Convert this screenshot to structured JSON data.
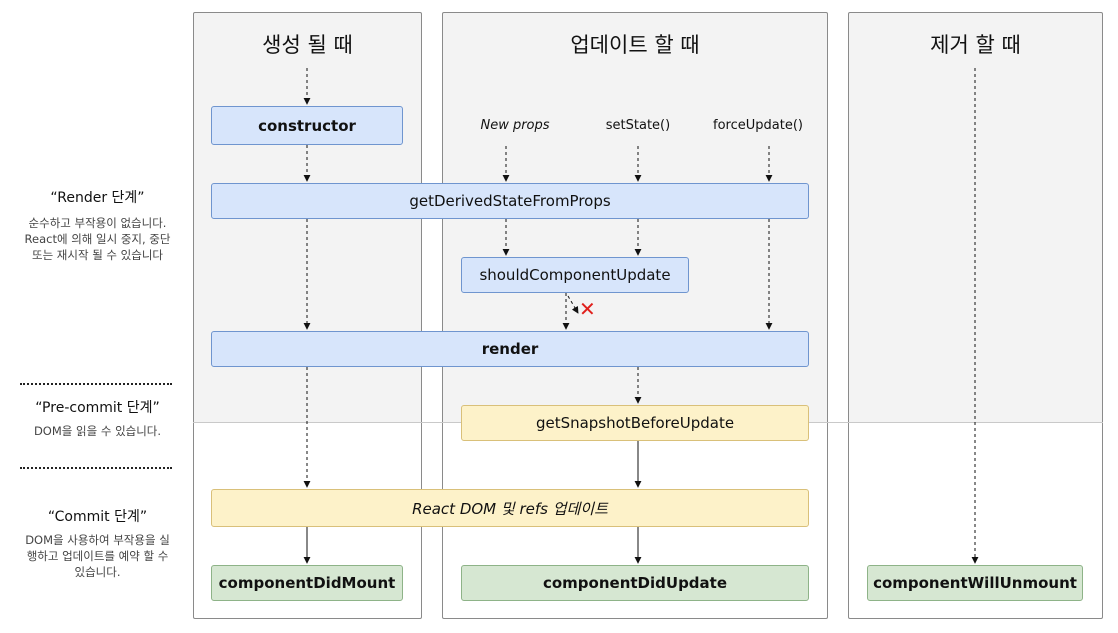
{
  "columns": {
    "mount": "생성 될 때",
    "update": "업데이트 할 때",
    "unmount": "제거 할 때"
  },
  "phases": {
    "render": {
      "title": "“Render 단계”",
      "description": "순수하고 부작용이 없습니다. React에 의해 일시 중지, 중단 또는 재시작 될 수 있습니다"
    },
    "precommit": {
      "title": "“Pre-commit 단계”",
      "description": "DOM을 읽을 수 있습니다."
    },
    "commit": {
      "title": "“Commit 단계”",
      "description": "DOM을 사용하여 부작용을 실행하고 업데이트를 예약 할 수 있습니다."
    }
  },
  "triggers": {
    "new_props": "New props",
    "set_state": "setState()",
    "force_update": "forceUpdate()"
  },
  "methods": {
    "constructor": "constructor",
    "get_derived_state": "getDerivedStateFromProps",
    "should_update": "shouldComponentUpdate",
    "render": "render",
    "get_snapshot": "getSnapshotBeforeUpdate",
    "react_dom_update": "React DOM 및 refs 업데이트",
    "did_mount": "componentDidMount",
    "did_update": "componentDidUpdate",
    "will_unmount": "componentWillUnmount"
  },
  "cancel_mark": "✕",
  "colors": {
    "render_phase": "#d7e5fb",
    "precommit_phase": "#fdf2c9",
    "commit_phase": "#d6e7d2",
    "cancel": "#e0201c"
  }
}
